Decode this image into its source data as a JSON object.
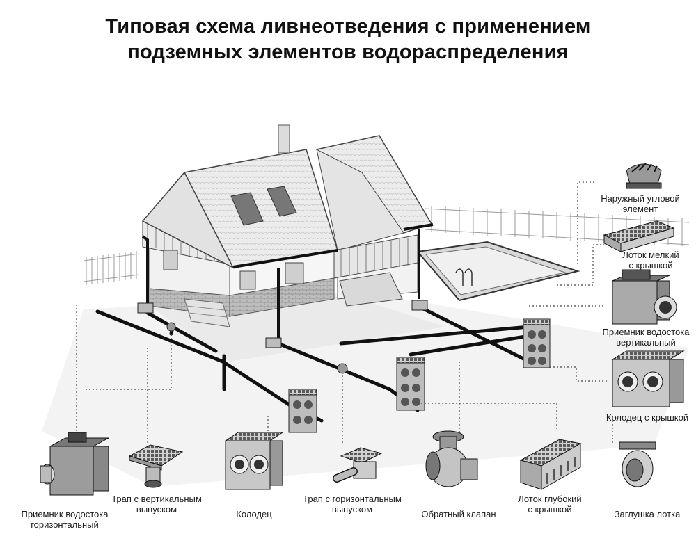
{
  "title": {
    "line1": "Типовая схема ливнеотведения с применением",
    "line2": "подземных элементов водораспределения"
  },
  "components": {
    "outer_corner": {
      "line1": "Наружный угловой",
      "line2": "элемент"
    },
    "shallow_tray": {
      "line1": "Лоток мелкий",
      "line2": "с крышкой"
    },
    "vertical_inlet": {
      "line1": "Приемник водостока",
      "line2": "вертикальный"
    },
    "well_with_lid": {
      "line1": "Колодец с крышкой"
    },
    "horizontal_inlet": {
      "line1": "Приемник водостока",
      "line2": "горизонтальный"
    },
    "vertical_trap": {
      "line1": "Трап с вертикальным",
      "line2": "выпуском"
    },
    "well": {
      "line1": "Колодец"
    },
    "horizontal_trap": {
      "line1": "Трап с горизонтальным",
      "line2": "выпуском"
    },
    "check_valve": {
      "line1": "Обратный клапан"
    },
    "deep_tray": {
      "line1": "Лоток глубокий",
      "line2": "с крышкой"
    },
    "tray_plug": {
      "line1": "Заглушка лотка"
    }
  },
  "colors": {
    "ink": "#1a1a1a",
    "background": "#ffffff",
    "roof": "#e6e6e6",
    "ground": "#f0f0f0"
  }
}
